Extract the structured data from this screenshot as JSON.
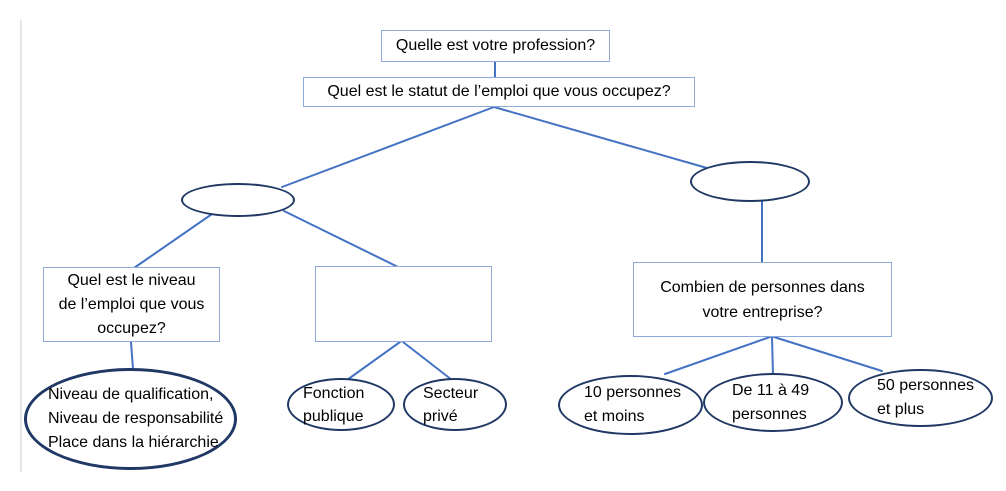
{
  "diagram": {
    "description": "Arbre de questions sur la profession",
    "language": "fr"
  },
  "colors": {
    "background": "#ffffff",
    "box_border": "#8EA9DB",
    "ellipse_border": "#1F3864",
    "connector": "#4472C4",
    "text": "#000000",
    "page_edge": "#e7e7e7"
  },
  "nodes": {
    "q_profession": "Quelle est votre profession?",
    "q_statut": "Quel est le statut de l’emploi que vous occupez?",
    "q_niveau": "Quel est le niveau\nde l’emploi que vous\noccupez?",
    "q_entreprise": "Combien de personnes dans\nvotre entreprise?",
    "statut_branch_left": "",
    "statut_branch_right": "",
    "niveau_placeholder": "",
    "niveau_reponses": "Niveau de qualification,\nNiveau de responsabilité\nPlace dans la hiérarchie",
    "fonction_publique": "Fonction\npublique",
    "secteur_prive": "Secteur\nprivé",
    "p10_moins": "10 personnes\net moins",
    "p11_49": "De 11 à 49\npersonnes",
    "p50_plus": "50 personnes\net plus"
  }
}
